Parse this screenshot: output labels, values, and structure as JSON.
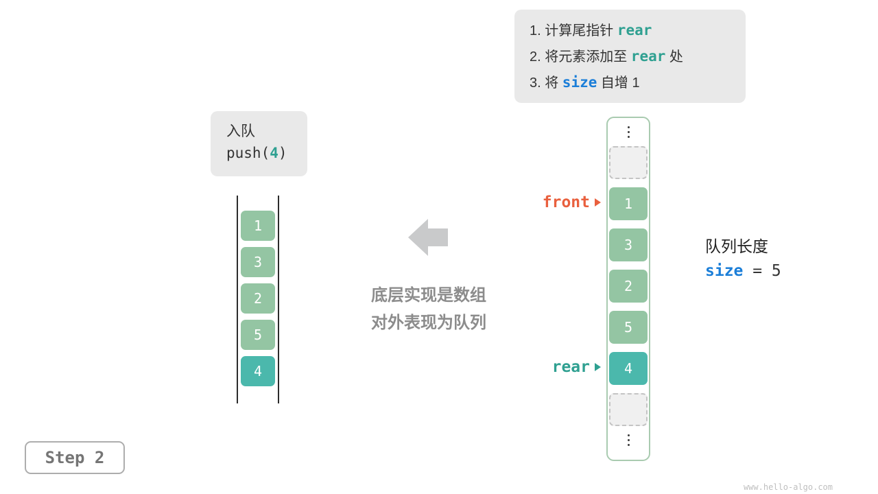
{
  "colors": {
    "element_green": "#94C5A3",
    "element_teal": "#4BB8AC",
    "front_orange": "#E9603E",
    "rear_teal": "#2FA091",
    "code_blue": "#1B7ED8",
    "panel_gray": "#E9E9E9"
  },
  "instructions": {
    "line1_prefix": "1. 计算尾指针 ",
    "line1_code": "rear",
    "line2_prefix": "2. 将元素添加至 ",
    "line2_code": "rear",
    "line2_suffix": " 处",
    "line3_prefix": "3. 将 ",
    "line3_code": "size",
    "line3_suffix": " 自增 1"
  },
  "operation": {
    "title": "入队",
    "call_prefix": "push(",
    "call_arg": "4",
    "call_suffix": ")"
  },
  "left_queue": {
    "items": [
      "1",
      "3",
      "2",
      "5",
      "4"
    ]
  },
  "caption": {
    "line1": "底层实现是数组",
    "line2": "对外表现为队列"
  },
  "array": {
    "front_label": "front",
    "rear_label": "rear",
    "cells": [
      "1",
      "3",
      "2",
      "5",
      "4"
    ]
  },
  "size_info": {
    "label": "队列长度",
    "code": "size",
    "value": " = 5"
  },
  "step_label": "Step 2",
  "watermark": "www.hello-algo.com"
}
